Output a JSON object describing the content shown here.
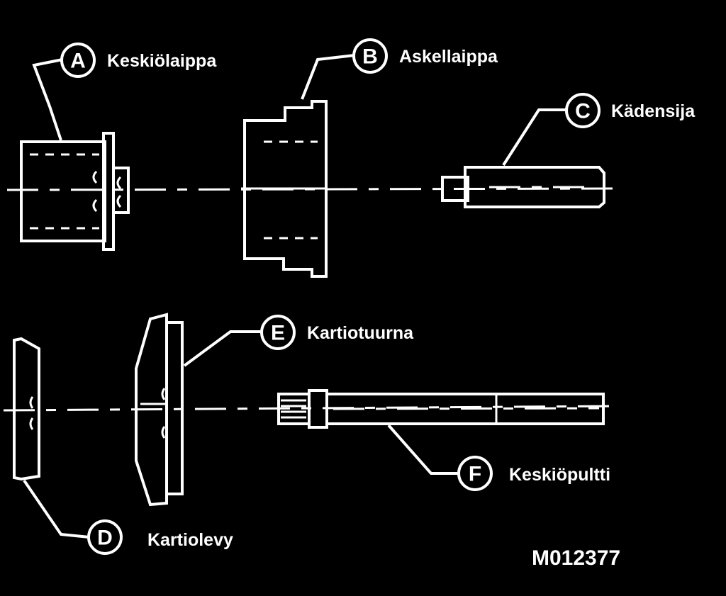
{
  "parts": [
    {
      "letter": "A",
      "name": "Keskiölaippa"
    },
    {
      "letter": "B",
      "name": "Askellaippa"
    },
    {
      "letter": "C",
      "name": "Kädensija"
    },
    {
      "letter": "D",
      "name": "Kartiolevy"
    },
    {
      "letter": "E",
      "name": "Kartiotuurna"
    },
    {
      "letter": "F",
      "name": "Keskiöpultti"
    }
  ],
  "figure_code": "M012377",
  "colors": {
    "background": "#000000",
    "line": "#ffffff"
  }
}
